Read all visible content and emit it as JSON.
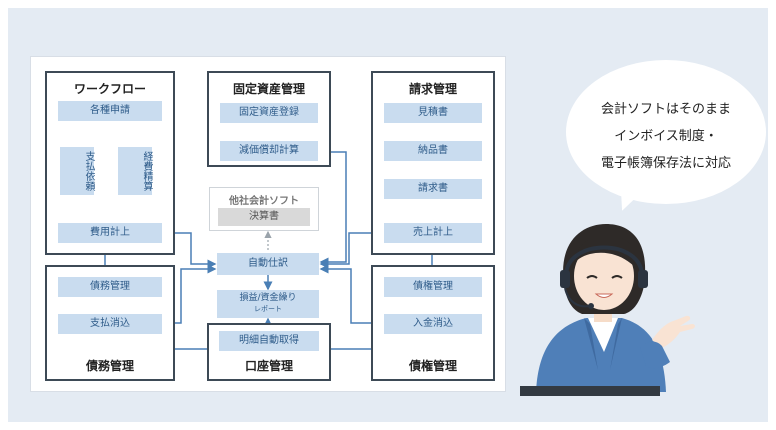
{
  "workflow": {
    "title": "ワークフロー",
    "items": [
      "各種申請",
      "支払依頼",
      "経費精算",
      "費用計上"
    ]
  },
  "fixed_assets": {
    "title": "固定資産管理",
    "items": [
      "固定資産登録",
      "減価償却計算"
    ]
  },
  "billing": {
    "title": "請求管理",
    "items": [
      "見積書",
      "納品書",
      "請求書",
      "売上計上"
    ]
  },
  "other_software": {
    "title": "他社会計ソフト",
    "item": "決算書"
  },
  "center": {
    "auto_journal": "自動仕訳",
    "report_line1": "損益/資金繰り",
    "report_line2": "レポート",
    "statement_fetch": "明細自動取得"
  },
  "payables": {
    "title": "債務管理",
    "items": [
      "債務管理",
      "支払消込"
    ]
  },
  "receivables": {
    "title": "債権管理",
    "items": [
      "債権管理",
      "入金消込"
    ]
  },
  "bank": {
    "title": "口座管理"
  },
  "bubble": {
    "lines": [
      "会計ソフトはそのまま",
      "インボイス制度・",
      "電子帳簿保存法に対応"
    ]
  },
  "colors": {
    "chip_bg": "#c9dcef",
    "chip_text": "#2f5c8a",
    "border": "#3d4a56",
    "arrow": "#4a7fb5",
    "background": "#e4ebf3"
  }
}
